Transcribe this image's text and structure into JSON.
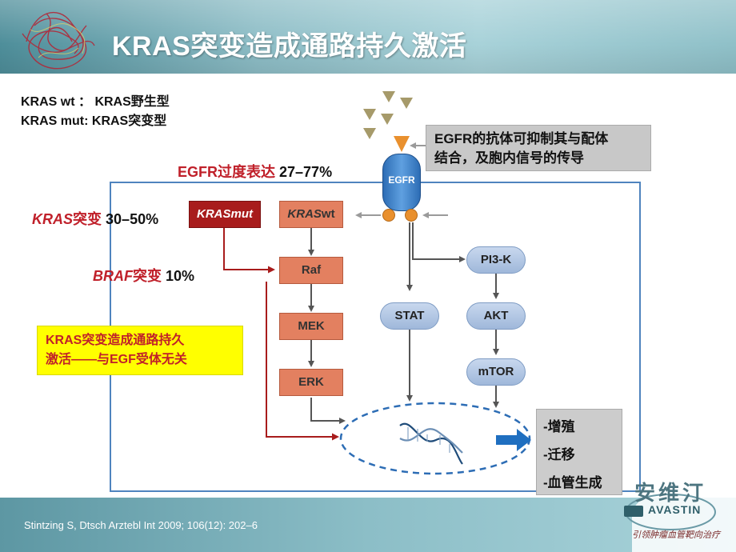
{
  "slide": {
    "title": "KRAS突变造成通路持久激活",
    "citation": "Stintzing S, Dtsch Arztebl Int 2009; 106(12): 202–6"
  },
  "legend": {
    "line1": "KRAS wt  ：  KRAS野生型",
    "line2": "KRAS mut: KRAS突变型"
  },
  "labels": {
    "egfr_prefix": "EGFR过度表达 ",
    "egfr_value": "27–77%",
    "kras_gene": "KRAS",
    "kras_suffix": "突变 ",
    "kras_value": "30–50%",
    "braf_gene": "BRAF",
    "braf_suffix": "突变 ",
    "braf_value": "10%"
  },
  "callout": {
    "line1": "EGFR的抗体可抑制其与配体",
    "line2": "结合，及胞内信号的传导"
  },
  "note": {
    "line1": "KRAS突变造成通路持久",
    "line2": "激活——与EGF受体无关"
  },
  "nodes": {
    "kras_mut_gene": "KRAS",
    "kras_mut_suffix": "mut",
    "kras_wt_gene": "KRAS",
    "kras_wt_suffix": "wt",
    "raf": "Raf",
    "mek": "MEK",
    "erk": "ERK",
    "egfr": "EGFR",
    "stat": "STAT",
    "pi3k": "PI3-K",
    "akt": "AKT",
    "mtor": "mTOR"
  },
  "outcomes": [
    "-增殖",
    "-迁移",
    "-血管生成"
  ],
  "logo": {
    "name_cn": "安维汀",
    "name_en": "AVASTIN",
    "tagline": "引领肿瘤血管靶向治疗"
  },
  "colors": {
    "red_label": "#c0202a",
    "kinase_box": "#e38060",
    "mutant_box": "#a81c1c",
    "pill_blue": "#a9c0e0",
    "frame_blue": "#4f84be",
    "ligand": "#a69a6a",
    "ligand_bound": "#e9902e"
  }
}
